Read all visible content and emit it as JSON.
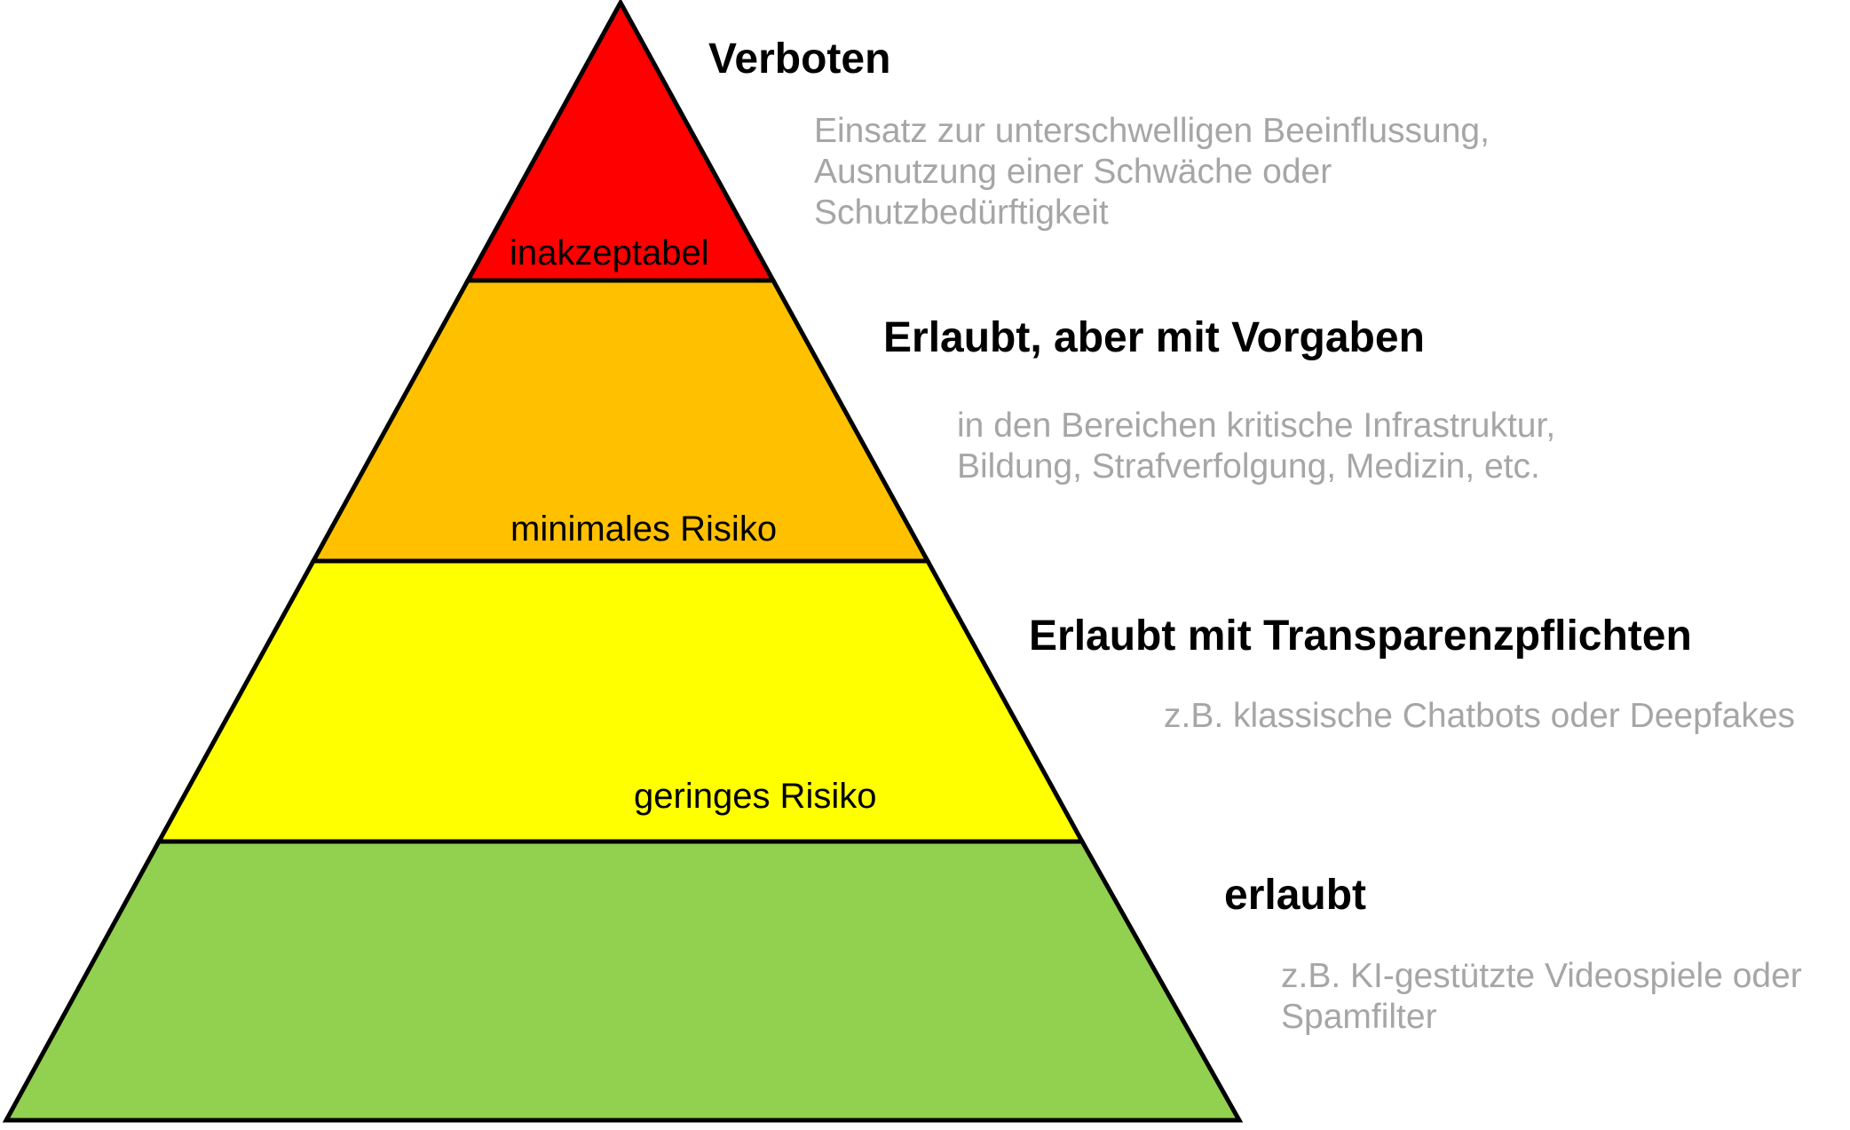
{
  "colors": {
    "red": "#ff0000",
    "orange": "#ffc000",
    "yellow": "#ffff00",
    "green": "#92d050",
    "description_gray": "#a6a6a6"
  },
  "pyramid_levels": [
    {
      "label": "inakzeptabel"
    },
    {
      "label": "minimales Risiko"
    },
    {
      "label": "geringes Risiko"
    },
    {
      "label": ""
    }
  ],
  "categories": [
    {
      "heading": "Verboten",
      "description": [
        "Einsatz zur unterschwelligen Beeinflussung,",
        "Ausnutzung einer Schwäche oder",
        "Schutzbedürftigkeit"
      ]
    },
    {
      "heading": "Erlaubt, aber mit Vorgaben",
      "description": [
        "in den Bereichen kritische Infrastruktur,",
        "Bildung, Strafverfolgung, Medizin, etc."
      ]
    },
    {
      "heading": "Erlaubt mit Transparenzpflichten",
      "description": [
        "z.B. klassische Chatbots oder Deepfakes"
      ]
    },
    {
      "heading": "erlaubt",
      "description": [
        "z.B. KI-gestützte Videospiele oder",
        "Spamfilter"
      ]
    }
  ]
}
